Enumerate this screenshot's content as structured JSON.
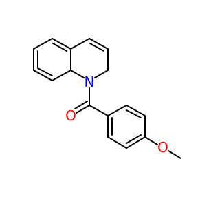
{
  "molecule": {
    "atoms": {
      "N1": {
        "element": "N",
        "label": "N",
        "color": "#0000ff"
      },
      "O_carbonyl": {
        "element": "O",
        "label": "O",
        "color": "#ff0000"
      },
      "O_methoxy": {
        "element": "O",
        "label": "O",
        "color": "#ff0000"
      }
    },
    "bond_color": "#000000"
  }
}
